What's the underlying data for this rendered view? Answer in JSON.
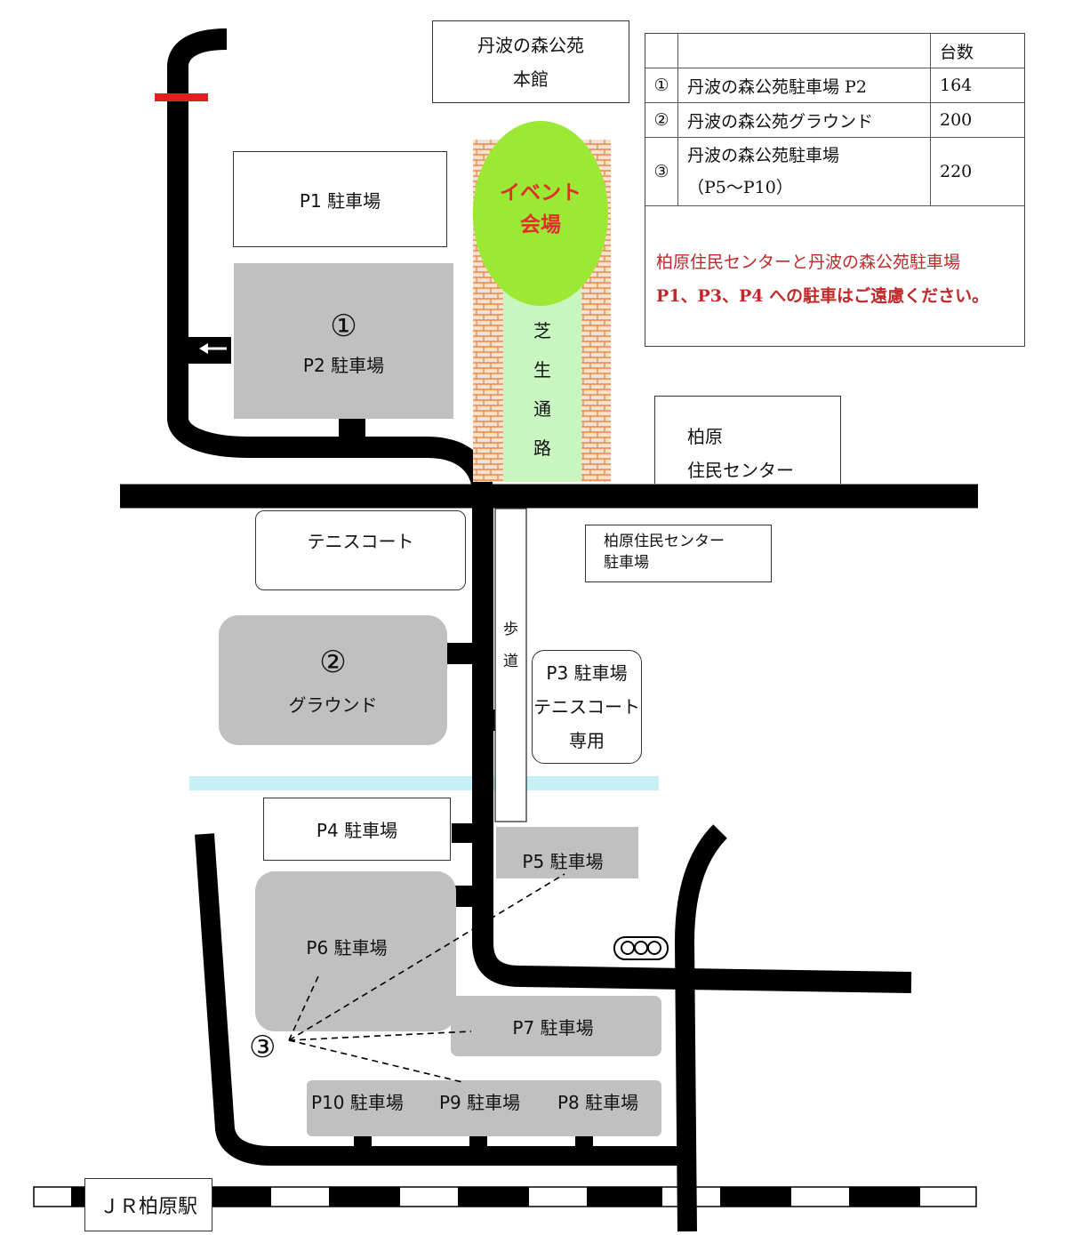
{
  "facilities": {
    "honkan": [
      "丹波の森公苑",
      "本館"
    ],
    "p1": "P1 駐車場",
    "p2_num": "①",
    "p2": "P2 駐車場",
    "event": [
      "イベント",
      "会場"
    ],
    "lawn": [
      "芝",
      "生",
      "通",
      "路"
    ],
    "center": [
      "柏原",
      "住民センター"
    ],
    "tennis": "テニスコート",
    "center_parking": [
      "柏原住民センター",
      "駐車場"
    ],
    "ground_num": "②",
    "ground": "グラウンド",
    "sidewalk": [
      "歩",
      "道"
    ],
    "p3": [
      "P3 駐車場",
      "テニスコート",
      "専用"
    ],
    "p4": "P4 駐車場",
    "p5": "P5 駐車場",
    "p6": "P6 駐車場",
    "p7": "P7 駐車場",
    "p8": "P8 駐車場",
    "p9": "P9 駐車場",
    "p10": "P10 駐車場",
    "group3_num": "③",
    "station": "ＪＲ柏原駅"
  },
  "legend": {
    "header": "台数",
    "rows": [
      {
        "num": "①",
        "name": "丹波の森公苑駐車場 P2",
        "count": "164"
      },
      {
        "num": "②",
        "name": "丹波の森公苑グラウンド",
        "count": "200"
      },
      {
        "num": "③",
        "name_line1": "丹波の森公苑駐車場",
        "name_line2": "（P5～P10）",
        "count": "220"
      }
    ],
    "note_line1": "柏原住民センターと丹波の森公苑駐車場",
    "note_line2": "P1、P3、P4 への駐車はご遠慮ください。"
  },
  "colors": {
    "road": "#000000",
    "parking_gray": "#c0c0c0",
    "event_green": "#9be835",
    "event_text": "#e0302a",
    "lawn_green": "#c8f5c0",
    "brick": "#e8894a",
    "river": "#c6f1f4",
    "closed_bar": "#e02020",
    "note_red": "#c0282a"
  },
  "icons": [
    "arrow-left-icon",
    "arrow-up-icon",
    "traffic-signal-icon"
  ]
}
